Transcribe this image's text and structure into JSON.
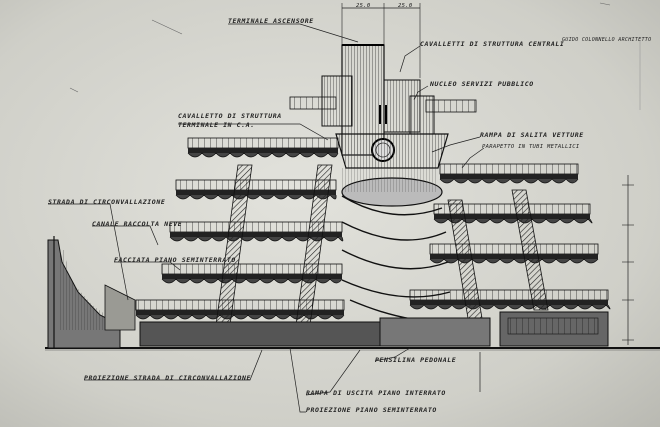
{
  "labels": {
    "terminale_ascensore": "TERMINALE ASCENSORE",
    "cavalletti_centrali": "CAVALLETTI DI STRUTTURA CENTRALI",
    "nucleo_servizi": "NUCLEO SERVIZI PUBBLICO",
    "cavalletto_terminale_1": "CAVALLETTO DI STRUTTURA",
    "cavalletto_terminale_2": "TERMINALE IN C.A.",
    "rampa_salita": "RAMPA DI SALITA VETTURE",
    "parapetto": "PARAPETTO IN TUBI METALLICI",
    "strada_circonvallazione": "STRADA DI CIRCONVALLAZIONE",
    "canale_neve": "CANALE RACCOLTA NEVE",
    "facciata_piano": "FACCIATA PIANO SEMINTERRATO",
    "pensilina": "PENSILINA PEDONALE",
    "proiezione_strada": "PROIEZIONE STRADA DI CIRCONVALLAZIONE",
    "rampa_uscita": "RAMPA DI USCITA PIANO INTERRATO",
    "proiezione_piano": "PROIEZIONE PIANO SEMINTERRATO",
    "dim_left": "25.0",
    "dim_right": "25.0",
    "corner_note": "Guido Colonnello Architetto"
  }
}
